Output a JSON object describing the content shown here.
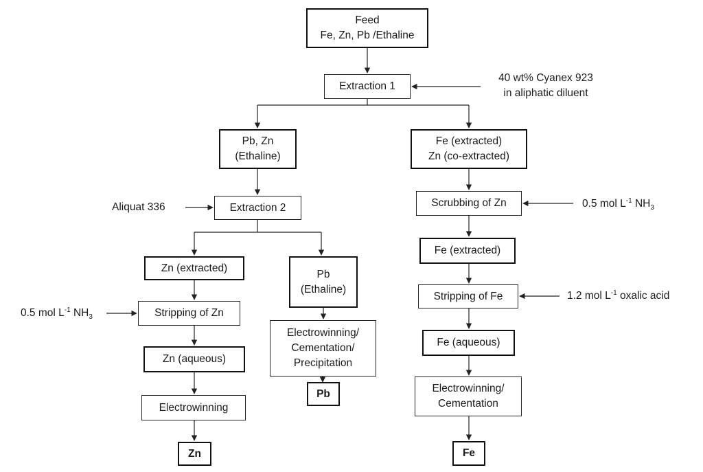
{
  "nodes": {
    "feed": [
      "Feed",
      "Fe, Zn, Pb /Ethaline"
    ],
    "extraction1": "Extraction 1",
    "pb_zn_ethaline": [
      "Pb, Zn",
      "(Ethaline)"
    ],
    "fe_extracted_coextracted": [
      "Fe (extracted)",
      "Zn (co-extracted)"
    ],
    "extraction2": "Extraction 2",
    "scrubbing_zn": "Scrubbing of Zn",
    "zn_extracted": "Zn (extracted)",
    "pb_ethaline": [
      "Pb",
      "(Ethaline)"
    ],
    "fe_extracted": "Fe (extracted)",
    "stripping_zn": "Stripping of Zn",
    "stripping_fe": "Stripping of Fe",
    "pb_recovery": [
      "Electrowinning/",
      "Cementation/",
      "Precipitation"
    ],
    "zn_aqueous": "Zn (aqueous)",
    "fe_aqueous": "Fe (aqueous)",
    "pb_product": "Pb",
    "electrowinning_zn": "Electrowinning",
    "fe_recovery": [
      "Electrowinning/",
      "Cementation"
    ],
    "zn_product": "Zn",
    "fe_product": "Fe"
  },
  "reagents": {
    "cyanex": [
      "40 wt% Cyanex 923",
      "in aliphatic diluent"
    ],
    "aliquat": "Aliquat 336",
    "nh3_scrub": {
      "prefix": "0.5 mol L",
      "sup": "-1",
      "mid": " NH",
      "sub": "3"
    },
    "nh3_strip": {
      "prefix": "0.5 mol L",
      "sup": "-1",
      "mid": " NH",
      "sub": "3"
    },
    "oxalic": {
      "prefix": "1.2 mol L",
      "sup": "-1",
      "suffix": " oxalic acid"
    }
  }
}
